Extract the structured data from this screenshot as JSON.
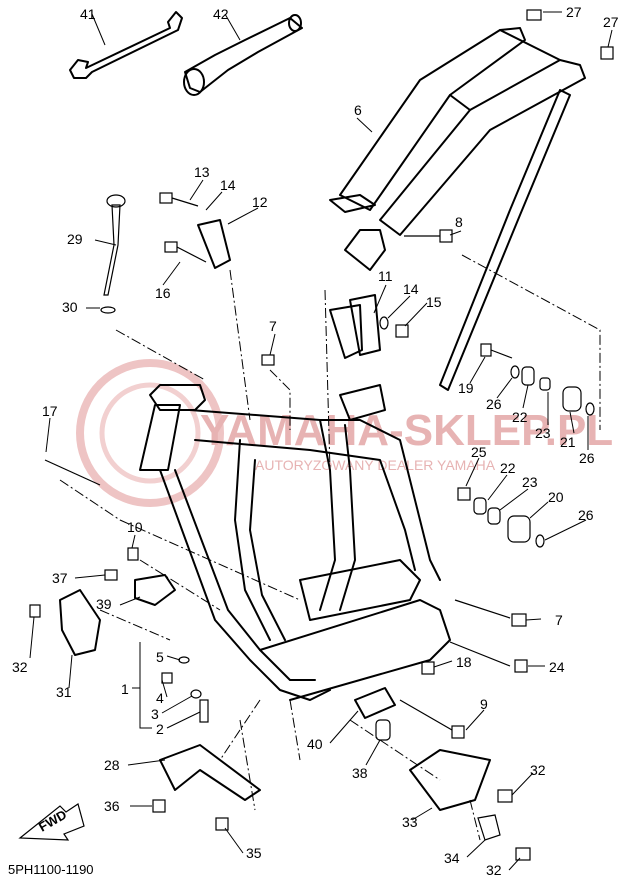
{
  "diagram": {
    "drawing_code": "5PH1100-1190",
    "direction_label": "FWD",
    "watermark_name": "YAMAHA-SKLEP.PL",
    "watermark_sub": "AUTORYZOWANY DEALER YAMAHA",
    "callouts": [
      {
        "n": "41",
        "part": "spanner"
      },
      {
        "n": "42",
        "part": "box-wrench"
      },
      {
        "n": "27",
        "part": "cap-upper"
      },
      {
        "n": "27",
        "part": "cap-right"
      },
      {
        "n": "6",
        "part": "rear-frame"
      },
      {
        "n": "13",
        "part": "bolt"
      },
      {
        "n": "14",
        "part": "washer"
      },
      {
        "n": "12",
        "part": "engine-bracket-upper"
      },
      {
        "n": "29",
        "part": "oil-dipstick"
      },
      {
        "n": "16",
        "part": "bolt"
      },
      {
        "n": "30",
        "part": "o-ring"
      },
      {
        "n": "8",
        "part": "bolt"
      },
      {
        "n": "11",
        "part": "engine-bracket"
      },
      {
        "n": "14",
        "part": "washer"
      },
      {
        "n": "15",
        "part": "nut"
      },
      {
        "n": "7",
        "part": "bolt"
      },
      {
        "n": "19",
        "part": "bolt"
      },
      {
        "n": "26",
        "part": "washer"
      },
      {
        "n": "22",
        "part": "collar"
      },
      {
        "n": "23",
        "part": "collar"
      },
      {
        "n": "21",
        "part": "bushing"
      },
      {
        "n": "26",
        "part": "washer"
      },
      {
        "n": "17",
        "part": "bolt"
      },
      {
        "n": "25",
        "part": "nut"
      },
      {
        "n": "22",
        "part": "collar"
      },
      {
        "n": "23",
        "part": "collar"
      },
      {
        "n": "20",
        "part": "bushing"
      },
      {
        "n": "26",
        "part": "washer"
      },
      {
        "n": "10",
        "part": "nut"
      },
      {
        "n": "37",
        "part": "bolt"
      },
      {
        "n": "39",
        "part": "bracket"
      },
      {
        "n": "32",
        "part": "bolt"
      },
      {
        "n": "31",
        "part": "guard"
      },
      {
        "n": "7",
        "part": "bolt"
      },
      {
        "n": "5",
        "part": "washer"
      },
      {
        "n": "1",
        "part": "drain-assy"
      },
      {
        "n": "4",
        "part": "bolt"
      },
      {
        "n": "3",
        "part": "gasket"
      },
      {
        "n": "2",
        "part": "drain-bolt"
      },
      {
        "n": "18",
        "part": "nut"
      },
      {
        "n": "24",
        "part": "bolt"
      },
      {
        "n": "9",
        "part": "bolt"
      },
      {
        "n": "40",
        "part": "bracket"
      },
      {
        "n": "38",
        "part": "collar"
      },
      {
        "n": "28",
        "part": "skid-plate"
      },
      {
        "n": "32",
        "part": "bolt"
      },
      {
        "n": "36",
        "part": "bolt"
      },
      {
        "n": "33",
        "part": "chain-guide"
      },
      {
        "n": "35",
        "part": "bolt"
      },
      {
        "n": "34",
        "part": "clip"
      },
      {
        "n": "32",
        "part": "bolt"
      }
    ]
  }
}
